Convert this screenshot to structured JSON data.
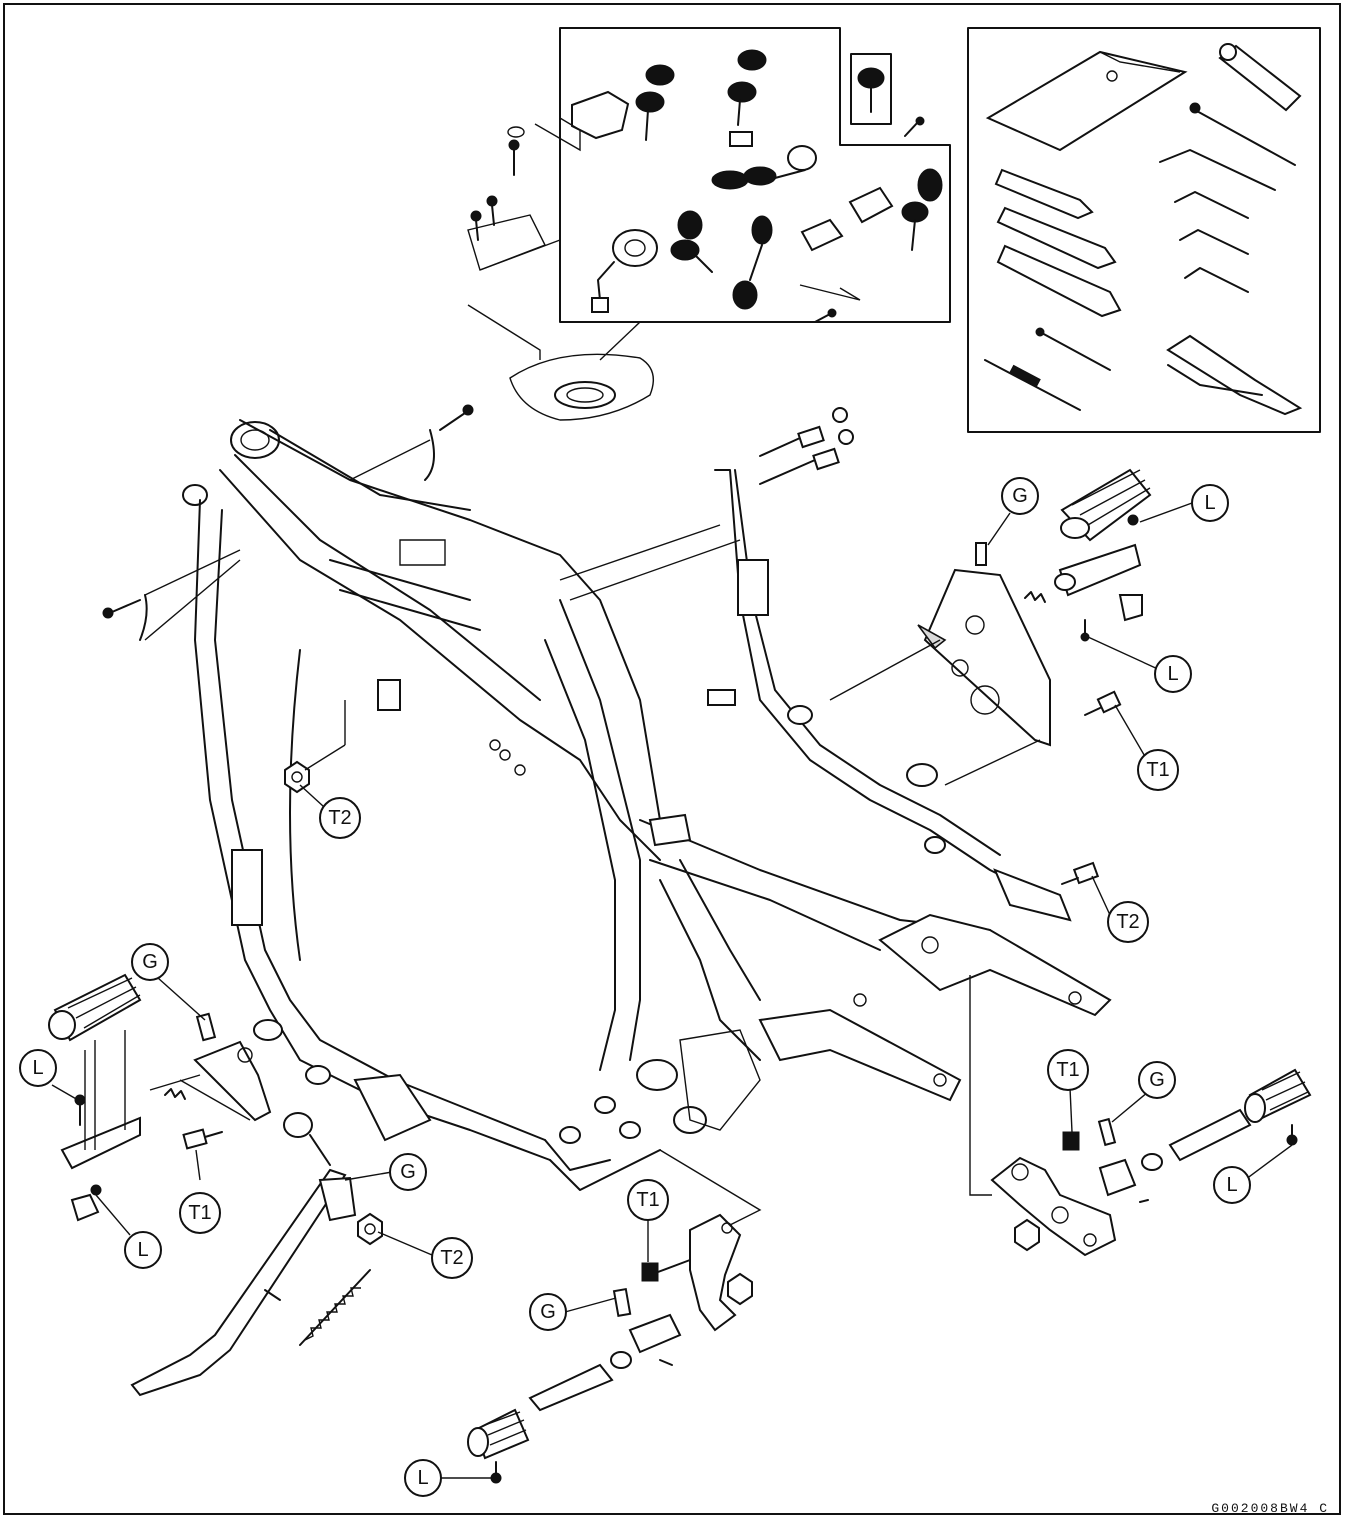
{
  "diagram": {
    "figure_code": "G002008BW4 C",
    "callouts": [
      {
        "key": "g1",
        "text": "G"
      },
      {
        "key": "l1",
        "text": "L"
      },
      {
        "key": "l2",
        "text": "L"
      },
      {
        "key": "t1a",
        "text": "T1"
      },
      {
        "key": "t2a",
        "text": "T2"
      },
      {
        "key": "t2b",
        "text": "T2"
      },
      {
        "key": "g2",
        "text": "G"
      },
      {
        "key": "l3",
        "text": "L"
      },
      {
        "key": "t1b",
        "text": "T1"
      },
      {
        "key": "l4",
        "text": "L"
      },
      {
        "key": "g3",
        "text": "G"
      },
      {
        "key": "t2c",
        "text": "T2"
      },
      {
        "key": "t1c",
        "text": "T1"
      },
      {
        "key": "g4",
        "text": "G"
      },
      {
        "key": "l5",
        "text": "L"
      },
      {
        "key": "t1d",
        "text": "T1"
      },
      {
        "key": "g5",
        "text": "G"
      },
      {
        "key": "l6",
        "text": "L"
      }
    ]
  }
}
